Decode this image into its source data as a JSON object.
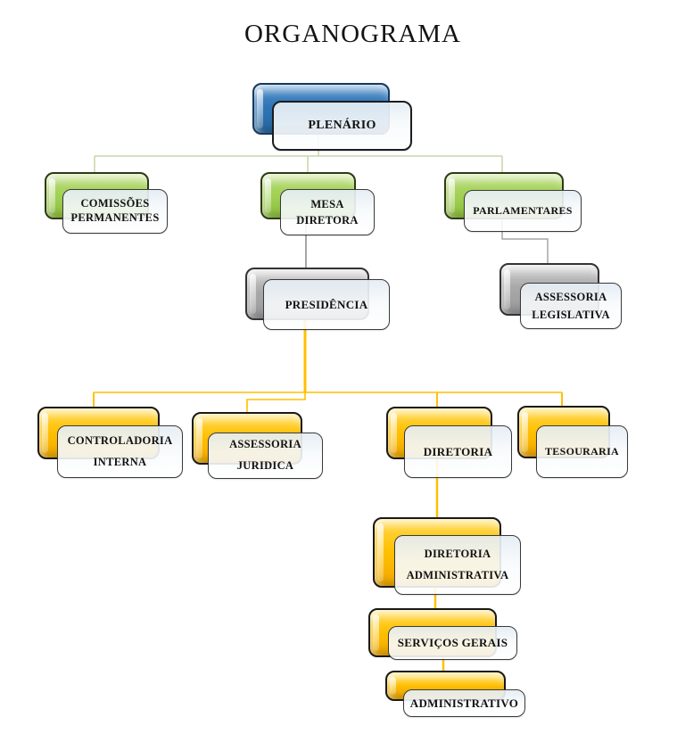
{
  "title": "ORGANOGRAMA",
  "nodes": {
    "plenario": {
      "label": "PLENÁRIO"
    },
    "comissoes_permanentes": {
      "label": "COMISSÕES PERMANENTES"
    },
    "mesa_diretora": {
      "label": "MESA DIRETORA"
    },
    "parlamentares": {
      "label": "PARLAMENTARES"
    },
    "presidencia": {
      "label": "PRESIDÊNCIA"
    },
    "assessoria_legislativa": {
      "label": "ASSESSORIA LEGISLATIVA"
    },
    "controladoria_interna": {
      "label": "CONTROLADORIA INTERNA"
    },
    "assessoria_juridica": {
      "label": "ASSESSORIA JURIDICA"
    },
    "diretoria": {
      "label": "DIRETORIA"
    },
    "tesouraria": {
      "label": "TESOURARIA"
    },
    "diretoria_administrativa": {
      "label": "DIRETORIA ADMINISTRATIVA"
    },
    "servicos_gerais": {
      "label": "SERVIÇOS GERAIS"
    },
    "administrativo": {
      "label": "ADMINISTRATIVO"
    }
  },
  "edges": [
    [
      "PLENÁRIO",
      "COMISSÕES PERMANENTES"
    ],
    [
      "PLENÁRIO",
      "MESA DIRETORA"
    ],
    [
      "PLENÁRIO",
      "PARLAMENTARES"
    ],
    [
      "MESA DIRETORA",
      "PRESIDÊNCIA"
    ],
    [
      "PARLAMENTARES",
      "ASSESSORIA LEGISLATIVA"
    ],
    [
      "PRESIDÊNCIA",
      "CONTROLADORIA INTERNA"
    ],
    [
      "PRESIDÊNCIA",
      "ASSESSORIA JURIDICA"
    ],
    [
      "PRESIDÊNCIA",
      "DIRETORIA"
    ],
    [
      "PRESIDÊNCIA",
      "TESOURARIA"
    ],
    [
      "DIRETORIA",
      "DIRETORIA ADMINISTRATIVA"
    ],
    [
      "DIRETORIA ADMINISTRATIVA",
      "SERVIÇOS GERAIS"
    ],
    [
      "SERVIÇOS GERAIS",
      "ADMINISTRATIVO"
    ]
  ],
  "colors": {
    "level1_blue": "#2E75B6",
    "level2_green": "#A3D156",
    "level3_gray": "#A9A9A9",
    "level4_gold": "#FFC000",
    "connector_green": "#C5D5A8",
    "connector_gray": "#A6A6A6",
    "connector_gold": "#FFC000"
  }
}
